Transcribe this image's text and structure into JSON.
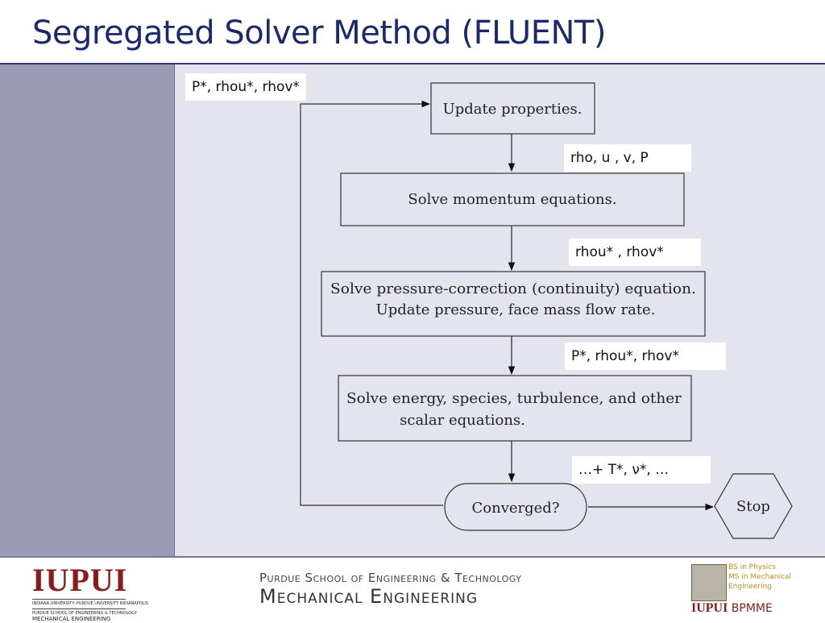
{
  "slide": {
    "title": "Segregated Solver Method (FLUENT)"
  },
  "flowchart": {
    "boxes": {
      "update_properties": "Update properties.",
      "momentum": "Solve momentum equations.",
      "pressure_line1": "Solve pressure-correction (continuity) equation.",
      "pressure_line2": "Update pressure, face mass flow rate.",
      "energy_line1": "Solve energy, species, turbulence, and other",
      "energy_line2": "scalar equations.",
      "converged": "Converged?",
      "stop": "Stop"
    },
    "notes": {
      "top_left": "P*, rhou*, rhov*",
      "after_update": "rho, u , v,  P",
      "after_momentum": "rhou* , rhov*",
      "after_pressure": "P*, rhou*, rhov*",
      "after_energy": "…+ T*, ν*, …"
    }
  },
  "footer": {
    "left_logo": "IUPUI",
    "left_small_1": "INDIANA UNIVERSITY–PURDUE UNIVERSITY INDIANAPOLIS",
    "left_small_2": "PURDUE SCHOOL OF ENGINEERING & TECHNOLOGY",
    "left_small_3": "MECHANICAL ENGINEERING",
    "center_line1": "Purdue School of Engineering & Technology",
    "center_line2": "Mechanical Engineering",
    "right_text_1": "BS in Physics",
    "right_text_2": "MS in Mechanical",
    "right_text_3": "Engineering",
    "right_logo": "IUPUI",
    "right_program": "BPMME"
  },
  "colors": {
    "title": "#1a2a6c",
    "sidebar": "#9b9bb6",
    "content_bg": "#e4e4ee",
    "iupui_red": "#8b1a1a",
    "program_gold": "#c98a1a"
  }
}
